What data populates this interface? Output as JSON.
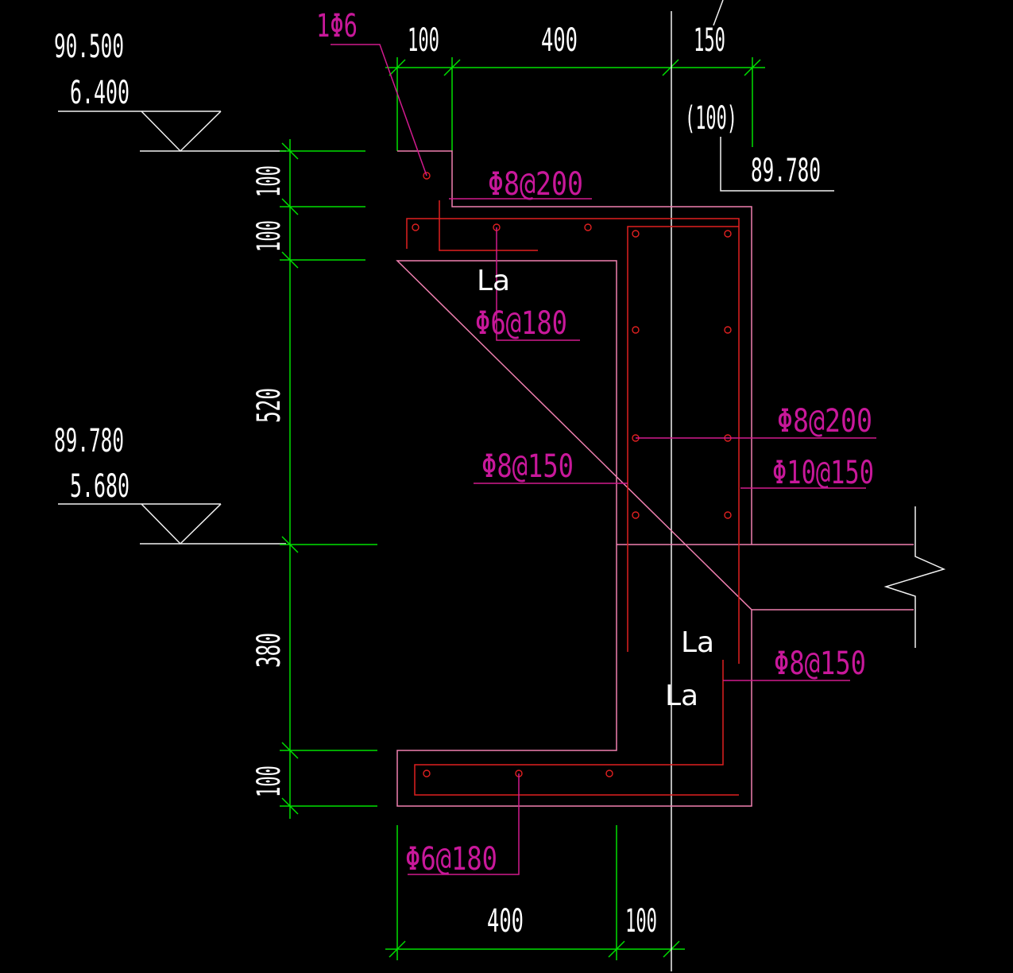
{
  "elevations": {
    "top_absolute": "90.500",
    "top_relative": "6.400",
    "mid_absolute": "89.780",
    "mid_relative": "5.680",
    "right_callout": "89.780"
  },
  "dimensions_top": {
    "d100": "100",
    "d400": "400",
    "d150": "150",
    "paren": "(100)"
  },
  "dimensions_left": {
    "d100a": "100",
    "d100b": "100",
    "d520": "520",
    "d380": "380",
    "d100c": "100"
  },
  "dimensions_bottom": {
    "d400": "400",
    "d100": "100"
  },
  "rebar_labels": {
    "single_bar": "1Φ6",
    "stirrup_top": "Φ8@200",
    "dist_top": "Φ6@180",
    "beam_stirrup": "Φ8@200",
    "beam_side": "Φ10@150",
    "wall_bar": "Φ8@150",
    "lower_bar": "Φ8@150",
    "dist_bottom": "Φ6@180"
  },
  "anchorage": {
    "la_top": "La",
    "la_mid": "La",
    "la_low": "La"
  },
  "colors": {
    "background": "#000000",
    "dimension_lines": "#00e000",
    "annotation_text": "#ffffff",
    "rebar_labels": "#c8189a",
    "rebar_lines": "#e02020"
  }
}
